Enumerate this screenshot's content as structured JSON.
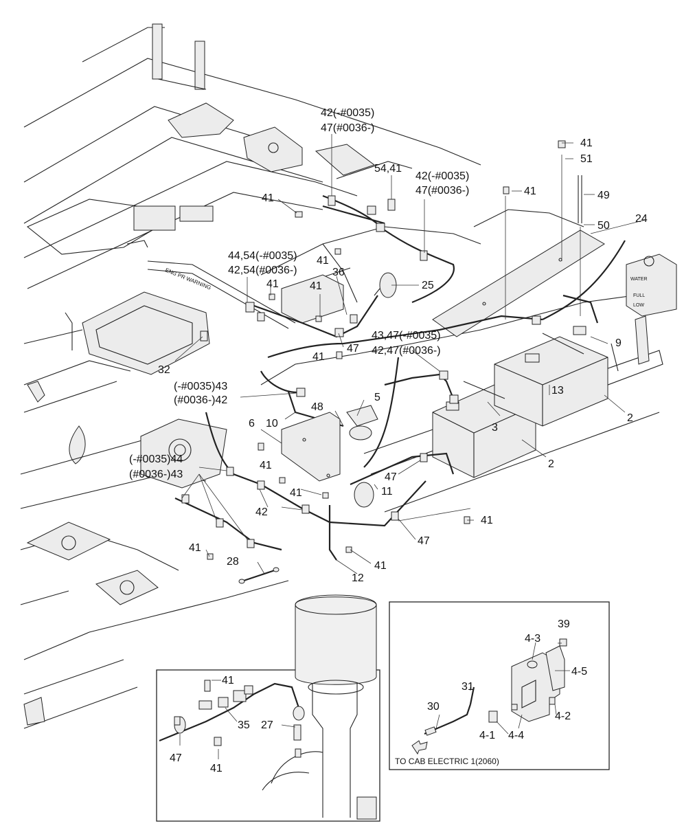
{
  "labels": [
    {
      "id": "l_42_47_a_1",
      "text": "42(-#0035)"
    },
    {
      "id": "l_42_47_a_2",
      "text": "47(#0036-)"
    },
    {
      "id": "l_54_41",
      "text": "54,41"
    },
    {
      "id": "l_42_47_b_1",
      "text": "42(-#0035)"
    },
    {
      "id": "l_42_47_b_2",
      "text": "47(#0036-)"
    },
    {
      "id": "l_41_top",
      "text": "41"
    },
    {
      "id": "l_51",
      "text": "51"
    },
    {
      "id": "l_41_b",
      "text": "41"
    },
    {
      "id": "l_49",
      "text": "49"
    },
    {
      "id": "l_50",
      "text": "50"
    },
    {
      "id": "l_24",
      "text": "24"
    },
    {
      "id": "l_41_c",
      "text": "41"
    },
    {
      "id": "l_44_54_1",
      "text": "44,54(-#0035)"
    },
    {
      "id": "l_44_54_2",
      "text": "42,54(#0036-)"
    },
    {
      "id": "l_41_d",
      "text": "41"
    },
    {
      "id": "l_36",
      "text": "36"
    },
    {
      "id": "l_41_e",
      "text": "41"
    },
    {
      "id": "l_41_f",
      "text": "41"
    },
    {
      "id": "l_25",
      "text": "25"
    },
    {
      "id": "l_43_47_1",
      "text": "43,47(-#0035)"
    },
    {
      "id": "l_43_47_2",
      "text": "42,47(#0036-)"
    },
    {
      "id": "l_9",
      "text": "9"
    },
    {
      "id": "l_47_a",
      "text": "47"
    },
    {
      "id": "l_41_g",
      "text": "41"
    },
    {
      "id": "l_32",
      "text": "32"
    },
    {
      "id": "l_43_42_1",
      "text": "(-#0035)43"
    },
    {
      "id": "l_43_42_2",
      "text": "(#0036-)42"
    },
    {
      "id": "l_5",
      "text": "5"
    },
    {
      "id": "l_13",
      "text": "13"
    },
    {
      "id": "l_48",
      "text": "48"
    },
    {
      "id": "l_10",
      "text": "10"
    },
    {
      "id": "l_6",
      "text": "6"
    },
    {
      "id": "l_2_a",
      "text": "2"
    },
    {
      "id": "l_3",
      "text": "3"
    },
    {
      "id": "l_2_b",
      "text": "2"
    },
    {
      "id": "l_44_43_1",
      "text": "(-#0035)44"
    },
    {
      "id": "l_44_43_2",
      "text": "(#0036-)43"
    },
    {
      "id": "l_41_h",
      "text": "41"
    },
    {
      "id": "l_47_b",
      "text": "47"
    },
    {
      "id": "l_41_i",
      "text": "41"
    },
    {
      "id": "l_11",
      "text": "11"
    },
    {
      "id": "l_42",
      "text": "42"
    },
    {
      "id": "l_41_j",
      "text": "41"
    },
    {
      "id": "l_47_c",
      "text": "47"
    },
    {
      "id": "l_41_k",
      "text": "41"
    },
    {
      "id": "l_41_l",
      "text": "41"
    },
    {
      "id": "l_28",
      "text": "28"
    },
    {
      "id": "l_12",
      "text": "12"
    },
    {
      "id": "l_39",
      "text": "39"
    },
    {
      "id": "l_4_3",
      "text": "4-3"
    },
    {
      "id": "l_4_5",
      "text": "4-5"
    },
    {
      "id": "l_31",
      "text": "31"
    },
    {
      "id": "l_30",
      "text": "30"
    },
    {
      "id": "l_4_2",
      "text": "4-2"
    },
    {
      "id": "l_4_4",
      "text": "4-4"
    },
    {
      "id": "l_4_1",
      "text": "4-1"
    },
    {
      "id": "l_41_m",
      "text": "41"
    },
    {
      "id": "l_35",
      "text": "35"
    },
    {
      "id": "l_27",
      "text": "27"
    },
    {
      "id": "l_47_d",
      "text": "47"
    },
    {
      "id": "l_41_n",
      "text": "41"
    }
  ],
  "caption": "TO CAB ELECTRIC 1(2060)",
  "frame_text": "ENG PR WARNING",
  "tank_text_1": "WATER",
  "tank_text_2": "FULL",
  "tank_text_3": "LOW"
}
